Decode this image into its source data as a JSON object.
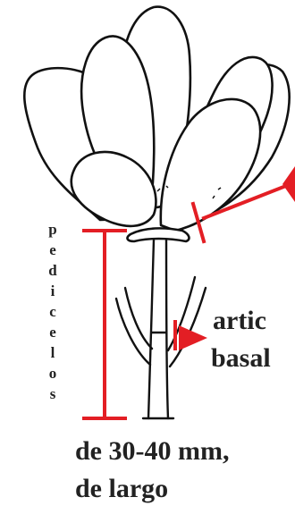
{
  "colors": {
    "annotation": "#E31E24",
    "ink": "#111111",
    "text": "#222222",
    "background": "#FFFFFF"
  },
  "figure": {
    "vertical_label": [
      "p",
      "e",
      "d",
      "i",
      "c",
      "e",
      "l",
      "o",
      "s"
    ],
    "articulation_text": [
      "artic",
      "basal"
    ],
    "length_text": [
      "de 30-40 mm,",
      "de largo"
    ]
  }
}
